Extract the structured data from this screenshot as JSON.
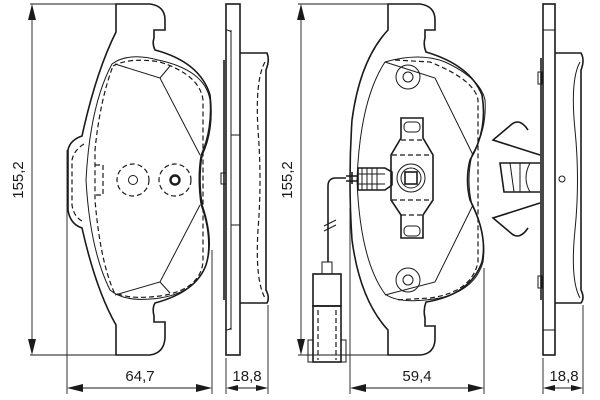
{
  "dimensions": {
    "pad1_height": "155,2",
    "pad1_width": "64,7",
    "pad1_thickness": "18,8",
    "pad2_height": "155,2",
    "pad2_width": "59,4",
    "pad2_thickness": "18,8"
  },
  "colors": {
    "line": "#1a1a1a",
    "background": "#ffffff"
  }
}
